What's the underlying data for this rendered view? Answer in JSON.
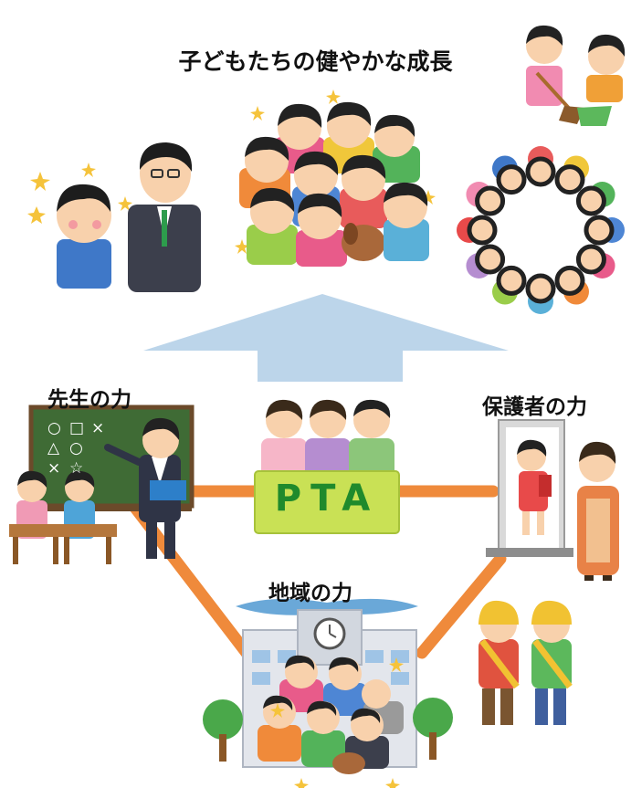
{
  "title": "子どもたちの健やかな成長",
  "labels": {
    "teacher": "先生の力",
    "parents": "保護者の力",
    "community": "地域の力"
  },
  "pta": "PTA",
  "blackboard_symbols": [
    "○",
    "□",
    "×",
    "△",
    "○",
    "×",
    "☆"
  ],
  "colors": {
    "arrow": "#bcd5ea",
    "connector": "#ef8a3b",
    "blackboard": "#3f6b35",
    "pta_sign": "#c9e155",
    "pta_text": "#1f8a2c"
  }
}
